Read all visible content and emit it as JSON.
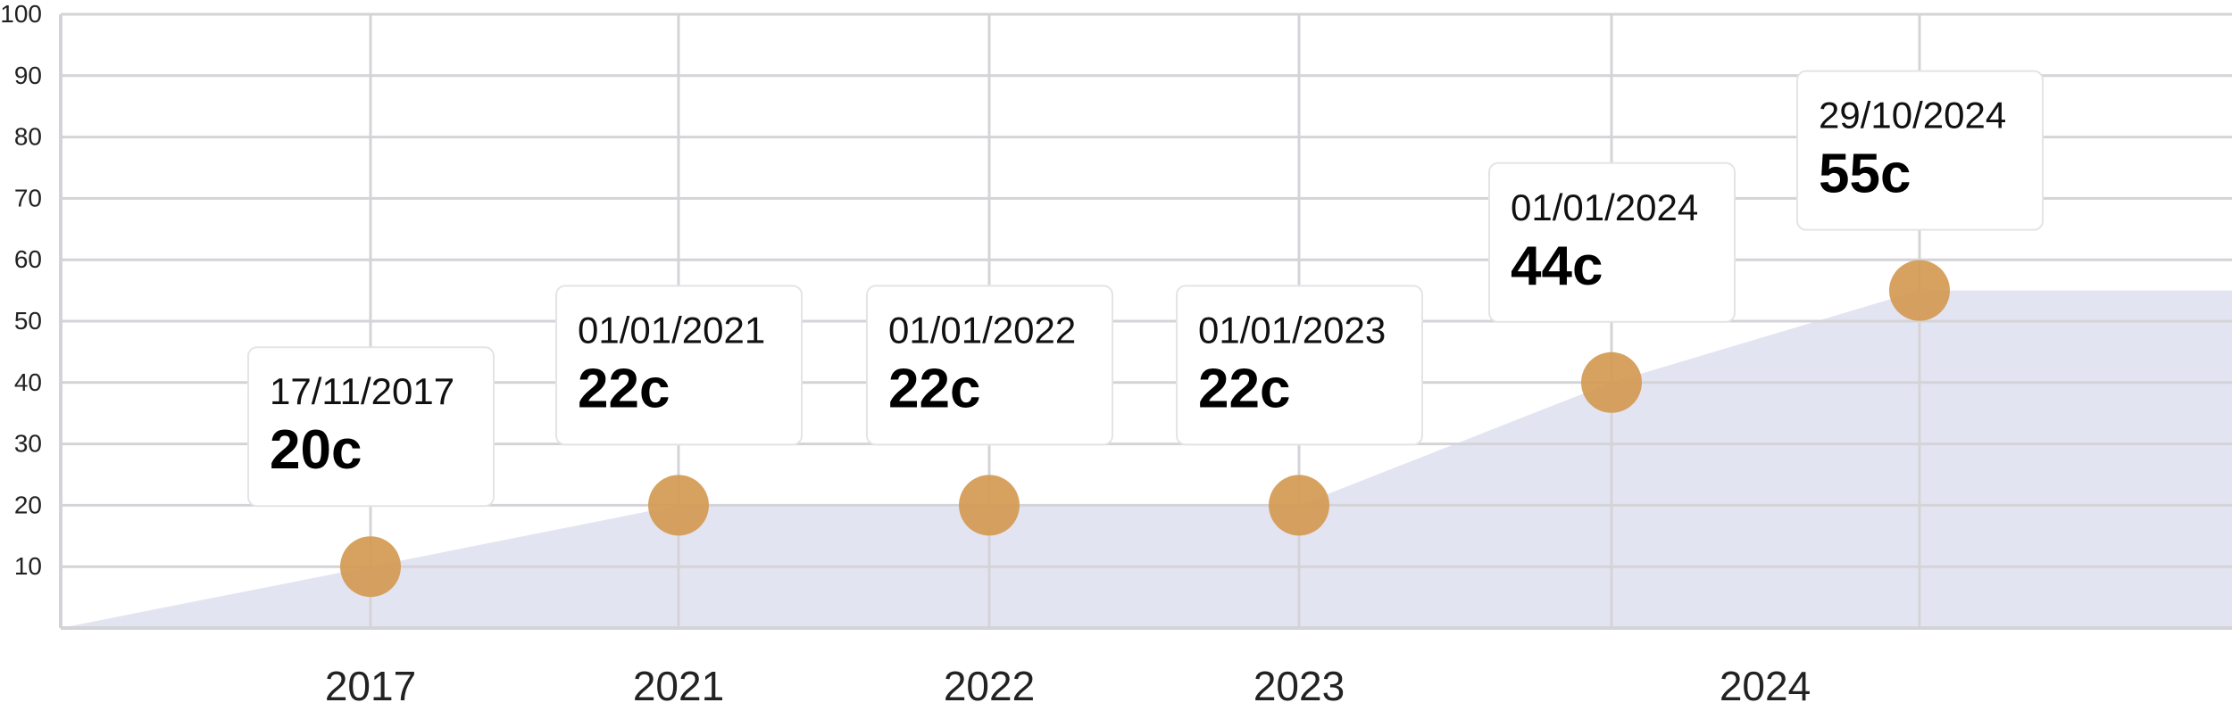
{
  "chart_data": {
    "type": "area",
    "ylim": [
      0,
      100
    ],
    "yticks": [
      10,
      20,
      30,
      40,
      50,
      60,
      70,
      80,
      90,
      100
    ],
    "x_tick_labels": [
      "2017",
      "2021",
      "2022",
      "2023",
      "2024"
    ],
    "grid": true,
    "series": [
      {
        "values": [
          0,
          10,
          20,
          20,
          20,
          40,
          55,
          55
        ]
      }
    ],
    "points": [
      {
        "date": "17/11/2017",
        "label": "20c",
        "y": 10
      },
      {
        "date": "01/01/2021",
        "label": "22c",
        "y": 20
      },
      {
        "date": "01/01/2022",
        "label": "22c",
        "y": 20
      },
      {
        "date": "01/01/2023",
        "label": "22c",
        "y": 20
      },
      {
        "date": "01/01/2024",
        "label": "44c",
        "y": 40
      },
      {
        "date": "29/10/2024",
        "label": "55c",
        "y": 55
      }
    ],
    "colors": {
      "area": "#e3e4f1",
      "marker": "#d49a52",
      "grid": "#d4d4d8",
      "card_border": "#e4e4e7"
    }
  }
}
